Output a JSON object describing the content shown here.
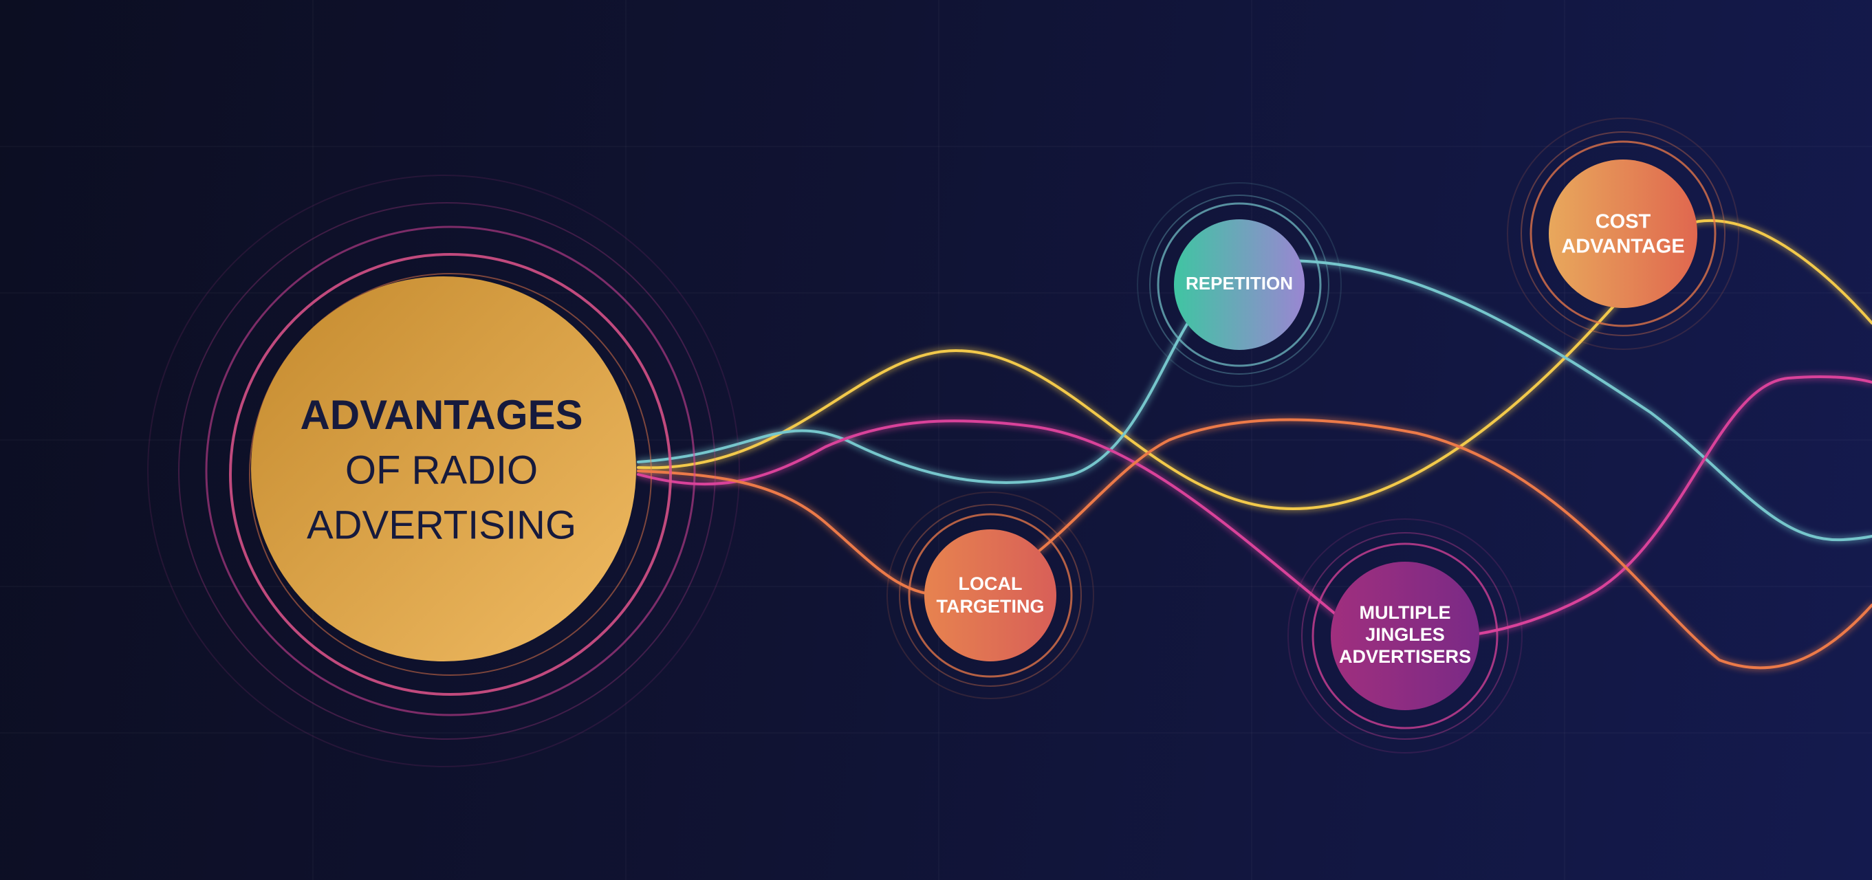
{
  "title": {
    "line1": "ADVANTAGES",
    "line2": "OF RADIO",
    "line3": "ADVERTISING"
  },
  "nodes": [
    {
      "id": "repetition",
      "lines": [
        "REPETITION"
      ],
      "gradient": [
        "#3fc5a2",
        "#9a86d2"
      ]
    },
    {
      "id": "cost-advantage",
      "lines": [
        "COST",
        "ADVANTAGE"
      ],
      "gradient": [
        "#e8a85c",
        "#e0674f"
      ]
    },
    {
      "id": "local-targeting",
      "lines": [
        "LOCAL",
        "TARGETING"
      ],
      "gradient": [
        "#e7834f",
        "#d85f58"
      ]
    },
    {
      "id": "multiple-jingles-advertisers",
      "lines": [
        "MULTIPLE",
        "JINGLES",
        "ADVERTISERS"
      ],
      "gradient": [
        "#a02f7e",
        "#7a2a86"
      ]
    }
  ],
  "colors": {
    "background": "#101333",
    "main_circle": [
      "#c48a2e",
      "#f0bb63"
    ],
    "yellow_line": "#f2c94c",
    "teal_line": "#76c6cc",
    "pink_line": "#d9439a",
    "orange_line": "#ec7a4a"
  }
}
